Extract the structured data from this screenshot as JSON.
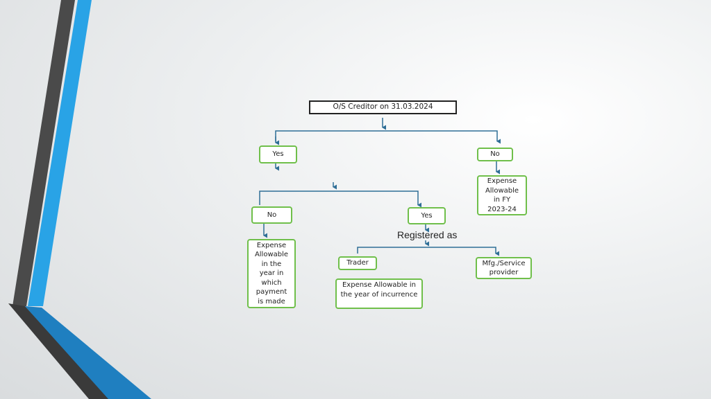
{
  "root": "O/S Creditor on 31.03.2024",
  "level1": {
    "yes": "Yes",
    "no": "No",
    "no_result": "Expense\nAllowable\nin FY\n2023-24"
  },
  "level2": {
    "no": "No",
    "no_result": "Expense\nAllowable\nin the\nyear in\nwhich\npayment\nis made",
    "yes": "Yes"
  },
  "registered_as": "Registered as",
  "level3": {
    "trader": "Trader",
    "trader_result": "Expense Allowable in\nthe year of incurrence",
    "mfg": "Mfg./Service\nprovider"
  },
  "colors": {
    "box_border": "#6fbf4a",
    "connector": "#2e6e96",
    "deco_blue": "#29a3e6",
    "deco_dark": "#4a4a4a"
  }
}
